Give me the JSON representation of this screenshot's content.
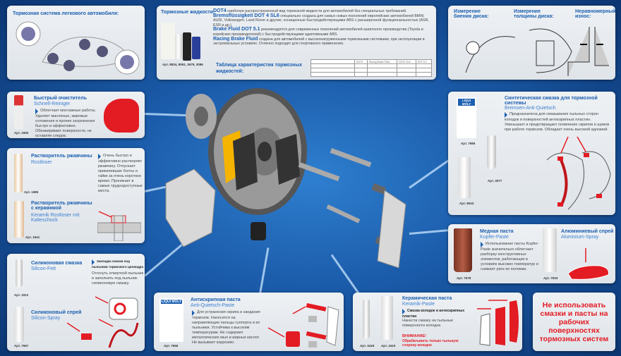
{
  "car_panel": {
    "title": "Тормозная система легкового автомобиля:"
  },
  "fluids": {
    "title": "Тормозные жидкости:",
    "articles": "Арт. 8834, 8061, 3679, 3086",
    "items": [
      {
        "name": "DOT4",
        "text": "наиболее распространенный вид  тормозной жидкости для автомобилей без специальных требований."
      },
      {
        "name": "Bremsflüssigkeit DOT 4 SL6",
        "text": "специально создана для самых новых поколений европейских автомобилей BMW, AUDI, Volkswagen, Land Rover и другие, оснащенные быстродействующими ABS с расширенной функциональностью (ASR, ESR и др.)"
      },
      {
        "name": "Brake Fluid DOT 5.1",
        "text": "рекомендуется для современных поколений автомобилей азиатского производства (Toyota и корейских производителей) с быстродействующими адаптивными ABS."
      },
      {
        "name": "Racing Brake Fluid",
        "text": "создана для автомобилей с высоконагруженными тормозными системами, при эксплуатации в экстремальных условиях. Отлично подходит для спортивного применения."
      }
    ],
    "table_title": "Таблица  характеристик тормозных  жидкостей:",
    "table_headers": [
      "DOT4",
      "Racing Brake Fluid",
      "DOT4 SL6",
      "DOT 5.1"
    ]
  },
  "measure": {
    "items": [
      "Измерение биения диска:",
      "Измерение толщины диска:",
      "Неравномерный износ:"
    ]
  },
  "cleaner": {
    "title": "Быстрый очиститель",
    "subtitle": "Schnell-Reiniger",
    "text": "Облегчает монтажные работы. Удаляет масляные, жировые отложения и прочие загрязнения быстро и эффективно. Обезжиривает поверхности, не оставляя следов.",
    "art": "Арт. 1900"
  },
  "rust": {
    "title": "Растворитель ржавчины",
    "subtitle": "Rostloser",
    "art": "Арт. 1985",
    "text": "Очень быстро и эффективно растворяет ржавчину. Отпускает прикипевшие болты и гайки за очень короткое время. Проникает в самые труднодоступные места.",
    "title2": "Растворитель ржавчины с керамикой",
    "subtitle2": "Keramik Rostloser mit Kalteschock",
    "art2": "Арт. 1641"
  },
  "silicone": {
    "title": "Силиконовая смазка",
    "subtitle": "Silicon-Fett",
    "art": "Арт. 3312",
    "note": "Закладка смазки под пыльники тормозного цилиндра",
    "text": "Отогнуть отверткой пыльник и заполнить под пыльник силиконовую смазку.",
    "title2": "Силиконовый спрей",
    "subtitle2": "Silicon-Spray",
    "art2": "Арт. 7567"
  },
  "antiq": {
    "title": "Антискрипная паста",
    "subtitle": "Anti-Quietsch-Paste",
    "text": "Для устранения скрипа и заедания тормозов. Наносится на направляющие пальцы суппорта и их пыльники. Устойчива к высоким температурам. Не содержит металлических мыл и жирных кислот. Не вызывает коррозию.",
    "art": "Арт. 7656",
    "brand": "LIQUI MOLY"
  },
  "ceramic": {
    "title": "Керамическая паста",
    "subtitle": "Keramik-Paste",
    "note": "Смазка колодок и антискрипных пластин",
    "text": "Нанести смазку на тыльные поверхности колодок.",
    "warn_title": "ВНИМАНИЕ!",
    "warn_text": "Обрабатывать только тыльную сторону колодок",
    "art": "Арт. 3418",
    "art2": "Арт. 3415"
  },
  "warning": {
    "text": "Не использовать смазки и пасты на рабочих поверхностях тормозных систем"
  },
  "synthetic": {
    "title": "Синтетическая смазка для тормозной системы",
    "subtitle": "Bremsen-Anti-Quietsch",
    "text": "Предназначена для смазывания тыльных сторон колодок и поверхностей антискрипных пластин. Уменьшает и предотвращает появление скрипов и шумов при работе тормозов. Обладает очень высокой адгезией.",
    "art": "Арт. 7685",
    "art2": "Арт. 3077",
    "art3": "Арт. 8043",
    "brand": "LIQUI MOLY"
  },
  "copper": {
    "title": "Медная паста",
    "subtitle": "Kupfer-Paste",
    "text": "Использование пасты Kupfer-Paste значительно облегчает разборку конструктивных элементов, работающих в условиях высоких температур и снижает риск их поломки.",
    "art": "Арт. 7579"
  },
  "alu": {
    "title": "Алюминиевый спрей",
    "subtitle": "Aluminium-Spray",
    "art": "Арт. 7533"
  },
  "colors": {
    "accent": "#1b5fb0",
    "warning": "#e31b23",
    "bg": "#1a5aa8"
  }
}
